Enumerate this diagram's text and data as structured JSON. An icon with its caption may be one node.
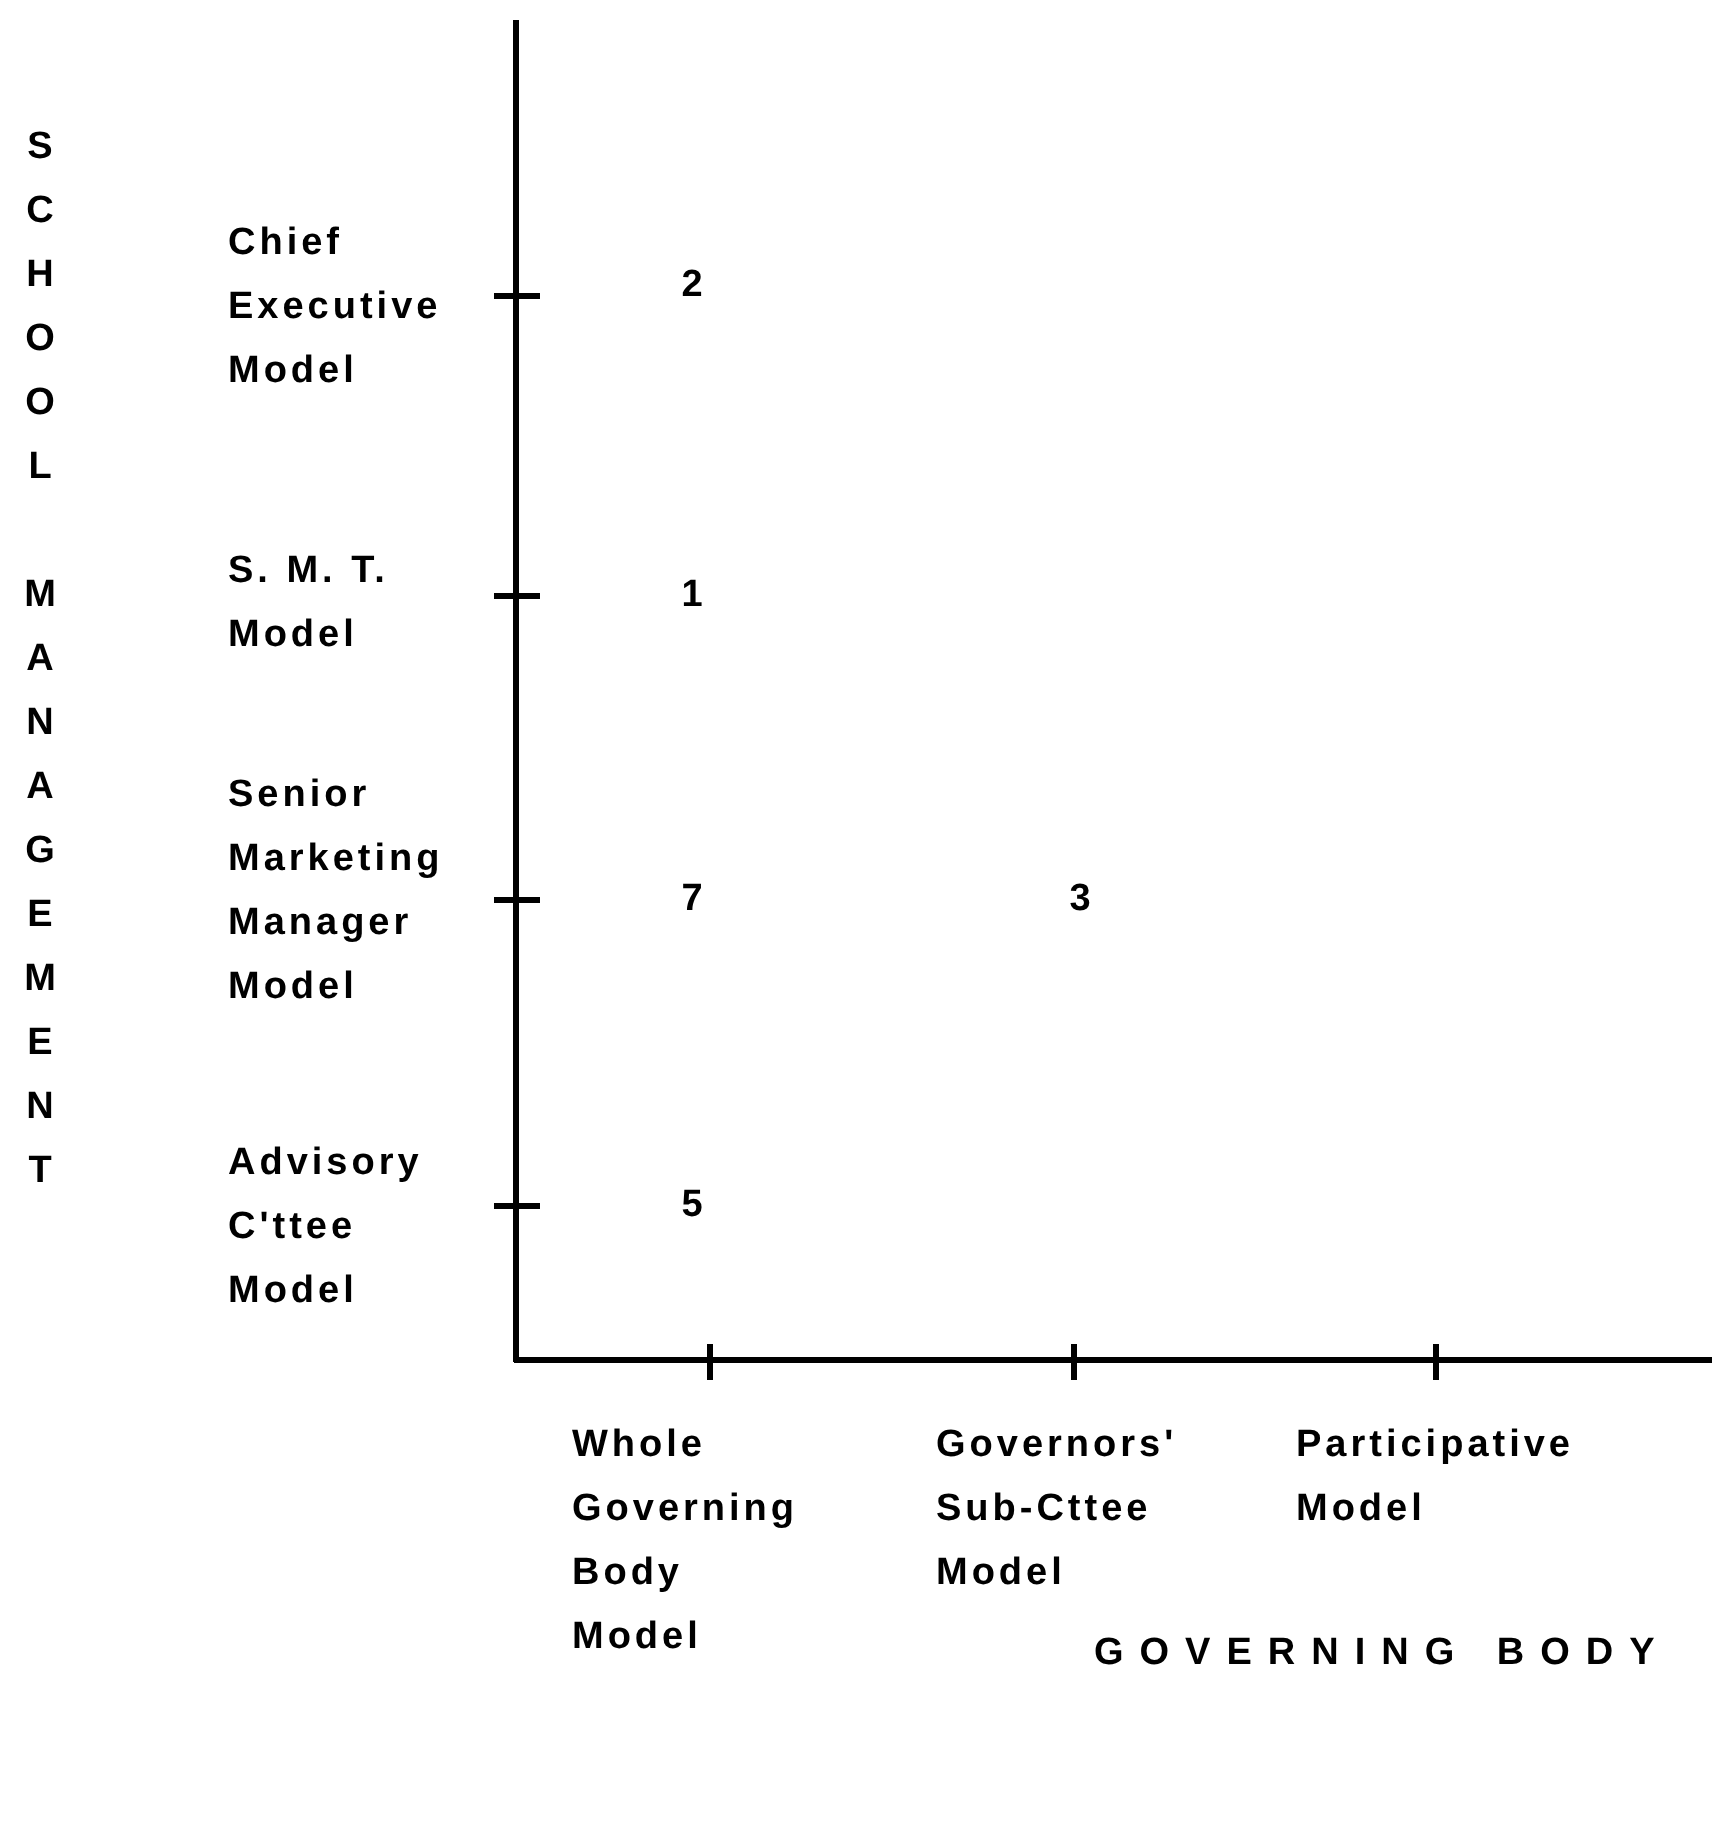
{
  "diagram": {
    "labels": [
      "SCHOOL MANAGEMENT",
      "Chief Executive Model",
      "2",
      "S. M. T. Model",
      "1",
      "Senior Marketing Manager Model",
      "7",
      "3",
      "Advisory C'ttee Model",
      "5",
      "Whole Governing Body Model",
      "Governors' Sub-Cttee Model",
      "Participative Model",
      "GOVERNING BODY"
    ]
  }
}
